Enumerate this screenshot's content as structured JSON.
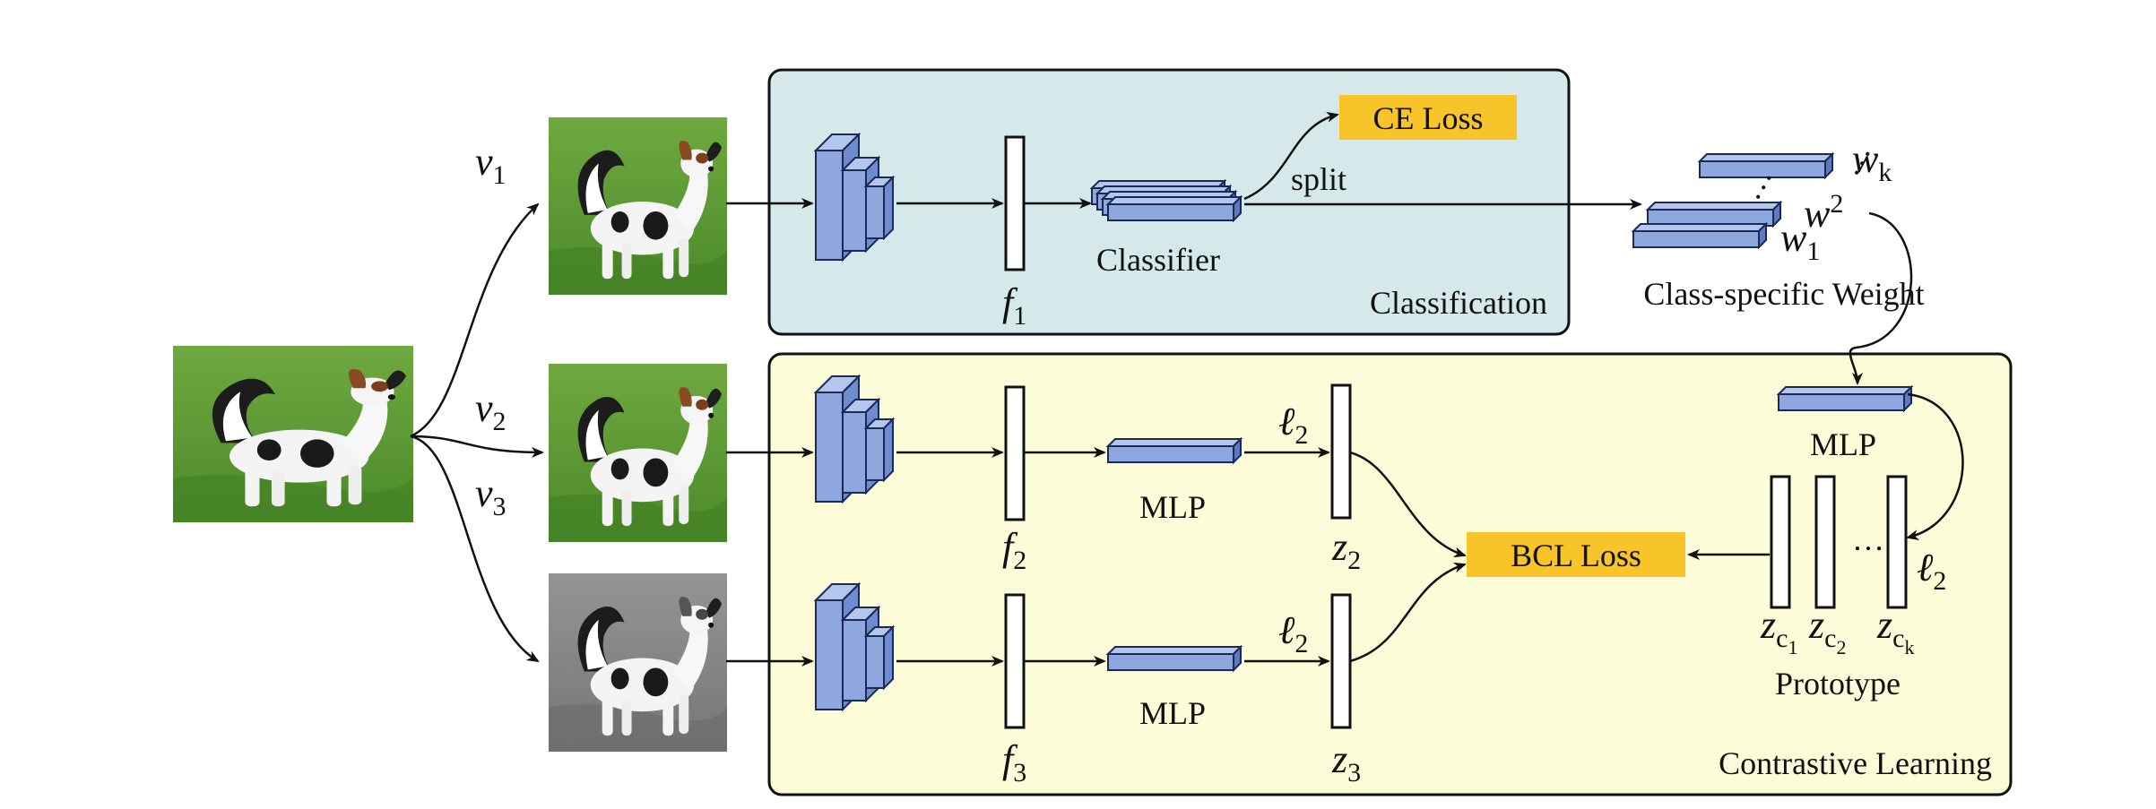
{
  "colors": {
    "classification_bg": "#d6e9ea",
    "contrastive_bg": "#fdfcd9",
    "block_fill": "#8ea8df",
    "block_edge": "#1a2a55",
    "loss_fill": "#f7c42a",
    "grass": "#5c9a34"
  },
  "panels": {
    "classification": "Classification",
    "contrastive": "Contrastive Learning"
  },
  "views": {
    "v1": "v",
    "v1_sub": "1",
    "v2": "v",
    "v2_sub": "2",
    "v3": "v",
    "v3_sub": "3"
  },
  "features": {
    "f1": "f",
    "f1_sub": "1",
    "f2": "f",
    "f2_sub": "2",
    "f3": "f",
    "f3_sub": "3"
  },
  "classifier": {
    "label": "Classifier",
    "split": "split"
  },
  "losses": {
    "ce": "CE Loss",
    "bcl": "BCL Loss"
  },
  "weights": {
    "title": "Class-specific Weight",
    "wk": "w",
    "wk_sub": "k",
    "w2": "w",
    "w2_sub": "2",
    "w1": "w",
    "w1_sub": "1"
  },
  "mlp": {
    "top": "MLP",
    "mid": "MLP",
    "bot": "MLP"
  },
  "norm": {
    "l_top": "ℓ",
    "l_top_sub": "2",
    "l_mid": "ℓ",
    "l_mid_sub": "2",
    "l_proto": "ℓ",
    "l_proto_sub": "2"
  },
  "embeddings": {
    "z2": "z",
    "z2_sub": "2",
    "z3": "z",
    "z3_sub": "3"
  },
  "prototype": {
    "title": "Prototype",
    "dots": "…",
    "zc1": "z",
    "zc1_sub": "c",
    "zc1_subsub": "1",
    "zc2": "z",
    "zc2_sub": "c",
    "zc2_subsub": "2",
    "zck": "z",
    "zck_sub": "c",
    "zck_subsub": "k"
  },
  "icons": {
    "original_photo": "dog-photo-icon",
    "view1_photo": "dog-crop-icon",
    "view2_photo": "dog-closeup-icon",
    "view3_photo": "dog-grayscale-icon",
    "encoder": "cnn-encoder-icon"
  }
}
